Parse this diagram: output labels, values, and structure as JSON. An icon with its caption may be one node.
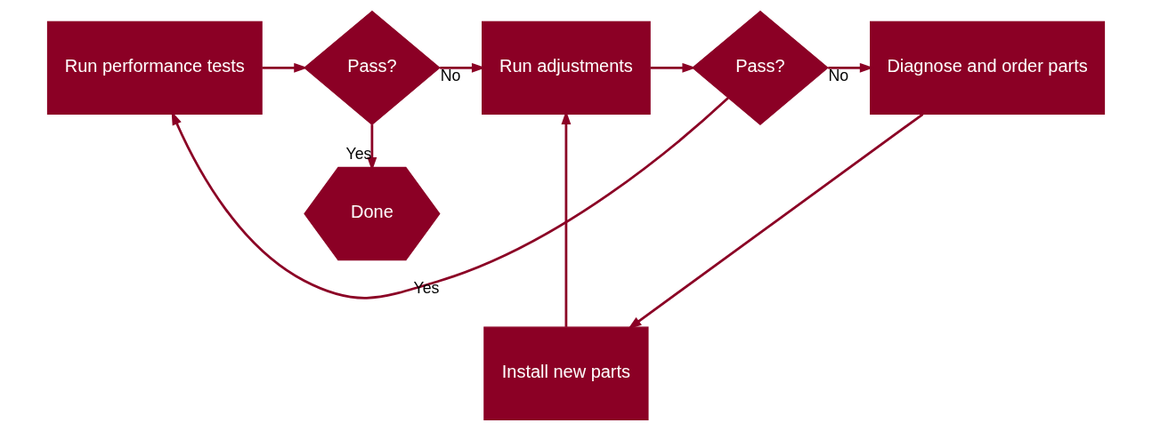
{
  "diagram": {
    "nodes": [
      {
        "text": [
          "Run performance tests"
        ]
      },
      {
        "text": [
          "Pass?"
        ]
      },
      {
        "text": [
          "Run adjustments"
        ]
      },
      {
        "text": [
          "Pass?"
        ]
      },
      {
        "text": [
          "Diagnose and order parts"
        ]
      },
      {
        "text": [
          "Done"
        ]
      },
      {
        "text": [
          "Install new parts"
        ]
      }
    ],
    "edges": [
      {
        "from": 0,
        "to": 1,
        "arrow": "to"
      },
      {
        "from": 1,
        "to": 2,
        "arrow": "to",
        "label": "No"
      },
      {
        "from": 1,
        "to": 5,
        "arrow": "to",
        "label": "Yes"
      },
      {
        "from": 2,
        "to": 3,
        "arrow": "to"
      },
      {
        "from": 3,
        "to": 0,
        "arrow": "to",
        "label": "Yes"
      },
      {
        "from": 3,
        "to": 4,
        "arrow": "to",
        "label": "No"
      },
      {
        "from": 4,
        "to": 6,
        "arrow": "to"
      },
      {
        "from": 6,
        "to": 2,
        "arrow": "to"
      }
    ]
  }
}
